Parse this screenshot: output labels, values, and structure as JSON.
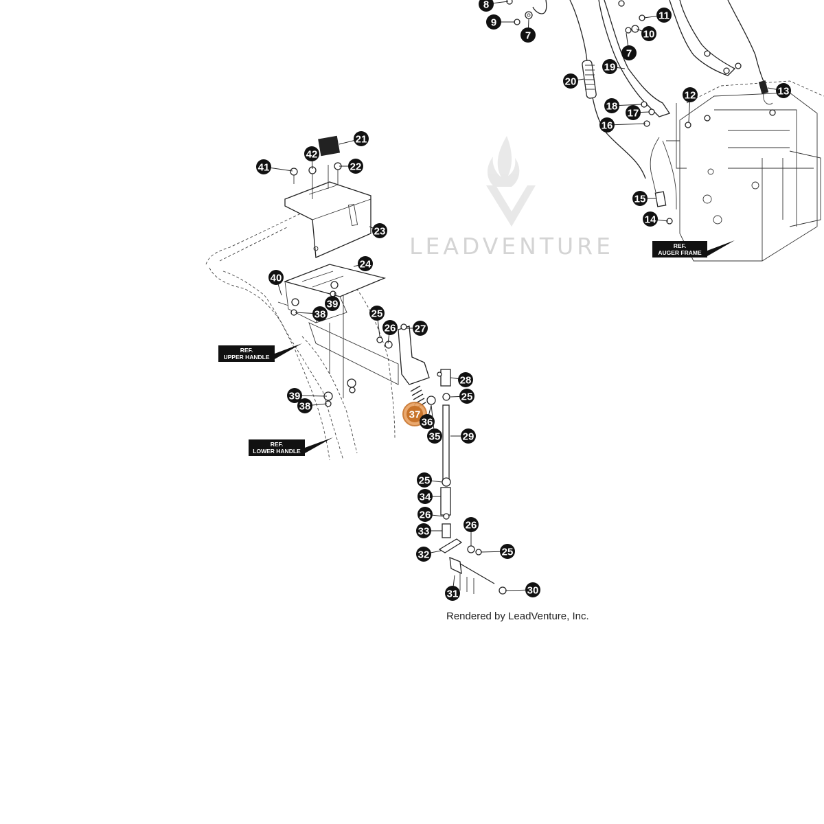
{
  "watermark": {
    "brand": "LEADVENTURE"
  },
  "credit": "Rendered by LeadVenture, Inc.",
  "colors": {
    "badge": "#111111",
    "badge_text": "#ffffff",
    "highlight": "#e8a060",
    "highlight_stroke": "#c8732a",
    "line": "#222222"
  },
  "selected_callout": "37",
  "callouts": [
    {
      "label": "8"
    },
    {
      "label": "9"
    },
    {
      "label": "7"
    },
    {
      "label": "11"
    },
    {
      "label": "10"
    },
    {
      "label": "7"
    },
    {
      "label": "19"
    },
    {
      "label": "20"
    },
    {
      "label": "12"
    },
    {
      "label": "13"
    },
    {
      "label": "18"
    },
    {
      "label": "17"
    },
    {
      "label": "16"
    },
    {
      "label": "15"
    },
    {
      "label": "14"
    },
    {
      "label": "21"
    },
    {
      "label": "42"
    },
    {
      "label": "41"
    },
    {
      "label": "22"
    },
    {
      "label": "23"
    },
    {
      "label": "24"
    },
    {
      "label": "40"
    },
    {
      "label": "39"
    },
    {
      "label": "38"
    },
    {
      "label": "25"
    },
    {
      "label": "26"
    },
    {
      "label": "27"
    },
    {
      "label": "28"
    },
    {
      "label": "25"
    },
    {
      "label": "37"
    },
    {
      "label": "36"
    },
    {
      "label": "35"
    },
    {
      "label": "29"
    },
    {
      "label": "39"
    },
    {
      "label": "38"
    },
    {
      "label": "25"
    },
    {
      "label": "34"
    },
    {
      "label": "26"
    },
    {
      "label": "33"
    },
    {
      "label": "26"
    },
    {
      "label": "25"
    },
    {
      "label": "32"
    },
    {
      "label": "31"
    },
    {
      "label": "30"
    }
  ],
  "refs": [
    {
      "line1": "REF.",
      "line2": "AUGER FRAME"
    },
    {
      "line1": "REF.",
      "line2": "UPPER HANDLE"
    },
    {
      "line1": "REF.",
      "line2": "LOWER HANDLE"
    }
  ]
}
